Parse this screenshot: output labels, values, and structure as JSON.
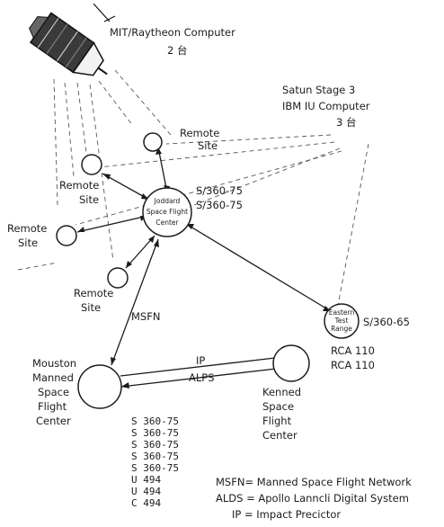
{
  "spacecraft": {
    "icon": "apollo-spacecraft-icon",
    "label_line1": "MIT/Raytheon Computer",
    "label_line2": "2 台"
  },
  "saturn": {
    "line1": "Satun Stage 3",
    "line2": "IBM IU Computer",
    "line3": "3 台"
  },
  "goddard": {
    "name_line1": "Joddard",
    "name_line2": "Space Flight",
    "name_line3": "Center",
    "computer1": "S/360-75",
    "computer2": "S/360-75"
  },
  "remote_sites": {
    "site_a": {
      "line1": "Remote",
      "line2": "Site"
    },
    "site_b": {
      "line1": "Remote",
      "line2": "Site"
    },
    "site_c": {
      "line1": "Remote",
      "line2": "Site"
    },
    "site_d": {
      "line1": "Remote",
      "line2": "Site"
    }
  },
  "eastern": {
    "name_line1": "Eastern",
    "name_line2": "Test",
    "name_line3": "Range",
    "computer": "S/360-65",
    "rca1": "RCA 110",
    "rca2": "RCA 110"
  },
  "houston": {
    "line1": "Mouston",
    "line2": "Manned",
    "line3": "Space",
    "line4": "Flight",
    "line5": "Center",
    "computers": [
      "S 360-75",
      "S 360-75",
      "S 360-75",
      "S 360-75",
      "S 360-75",
      "U 494",
      "U 494",
      "C 494"
    ]
  },
  "kennedy": {
    "line1": "Kenned",
    "line2": "Space",
    "line3": "Flight",
    "line4": "Center"
  },
  "links": {
    "msfn": "MSFN",
    "ip": "IP",
    "alps": "ALPS"
  },
  "legend": {
    "msfn": "MSFN= Manned Space Flight Network",
    "alds": "ALDS = Apollo Lanncli Digital System",
    "ip": "IP   = Impact Precictor"
  }
}
